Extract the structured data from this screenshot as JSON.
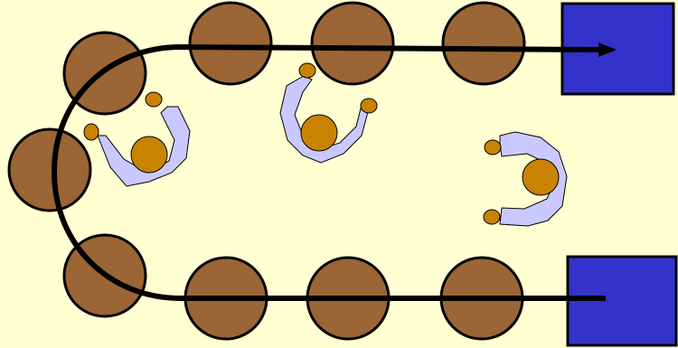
{
  "colors": {
    "background": "#ffffd1",
    "station": "#9b6535",
    "operator_body": "#c9c9ff",
    "operator_head": "#c98300",
    "endpoint": "#3333cc",
    "flow_line": "#000000"
  },
  "diagram": {
    "stations": [
      {
        "id": "station-top-1"
      },
      {
        "id": "station-top-2"
      },
      {
        "id": "station-top-3"
      },
      {
        "id": "station-top-4"
      },
      {
        "id": "station-left-upper"
      },
      {
        "id": "station-left-middle"
      },
      {
        "id": "station-left-lower"
      },
      {
        "id": "station-bottom-1"
      },
      {
        "id": "station-bottom-2"
      },
      {
        "id": "station-bottom-3"
      }
    ],
    "operators": [
      {
        "id": "operator-left"
      },
      {
        "id": "operator-top-center"
      },
      {
        "id": "operator-right"
      }
    ],
    "endpoints": [
      {
        "id": "endpoint-top-right"
      },
      {
        "id": "endpoint-bottom-right"
      }
    ]
  }
}
